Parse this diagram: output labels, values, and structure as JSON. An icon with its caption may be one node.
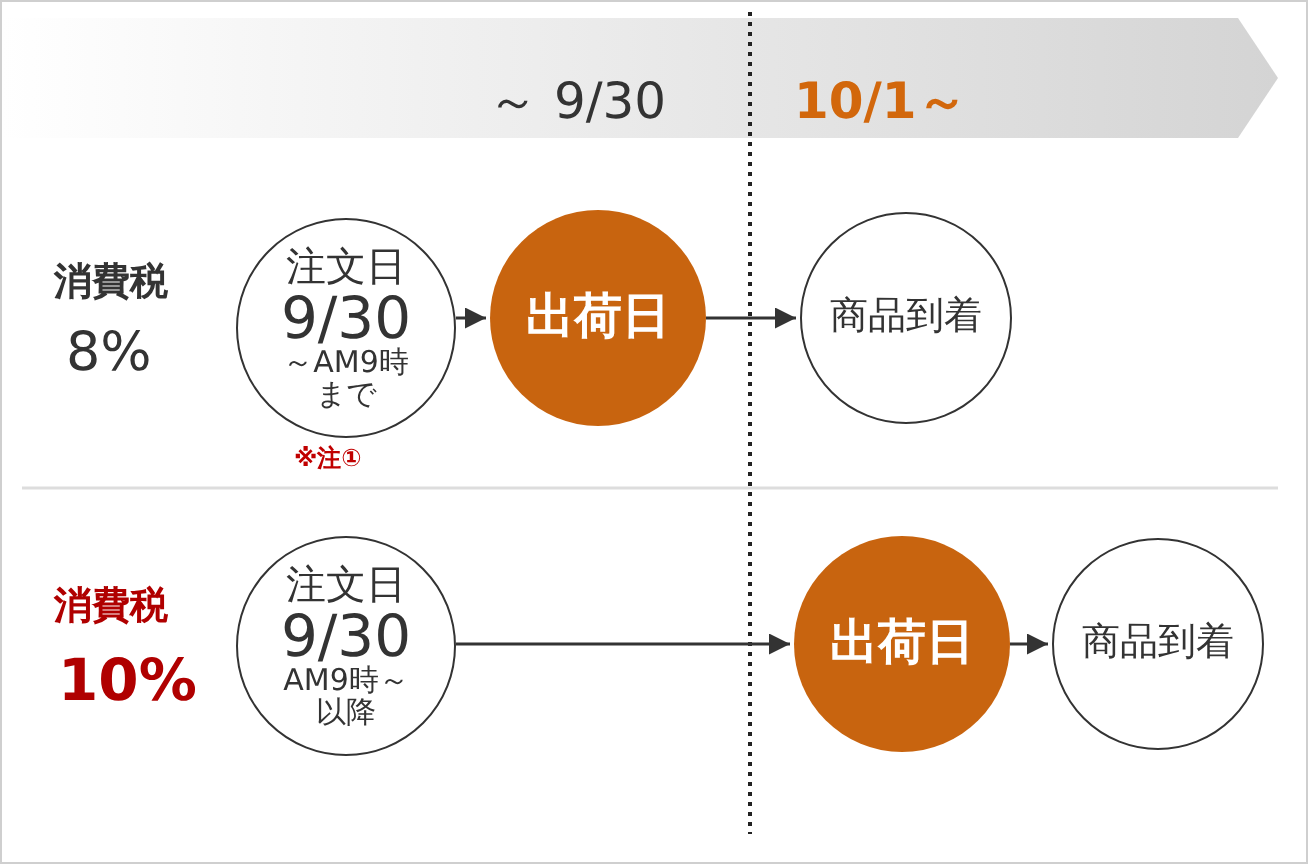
{
  "diagram": {
    "nodes": [
      {
        "text": [
          "注文日",
          "9/30",
          "～AM9時まで"
        ],
        "beside": [
          "※注①"
        ]
      },
      {
        "text": [
          "出荷日"
        ]
      },
      {
        "text": [
          "商品到着"
        ]
      },
      {
        "text": [
          "注文日",
          "9/30",
          "AM9時～以降"
        ]
      },
      {
        "text": [
          "出荷日"
        ]
      },
      {
        "text": [
          "商品到着"
        ]
      }
    ],
    "edges": [
      {
        "from": 0,
        "to": 1,
        "arrow": "to"
      },
      {
        "from": 1,
        "to": 2,
        "arrow": "to"
      },
      {
        "from": 3,
        "to": 4,
        "arrow": "to"
      },
      {
        "from": 4,
        "to": 5,
        "arrow": "to"
      }
    ],
    "labels": [
      "～ 9/30",
      "10/1～",
      "消費税",
      "8%",
      "消費税",
      "10%"
    ]
  }
}
